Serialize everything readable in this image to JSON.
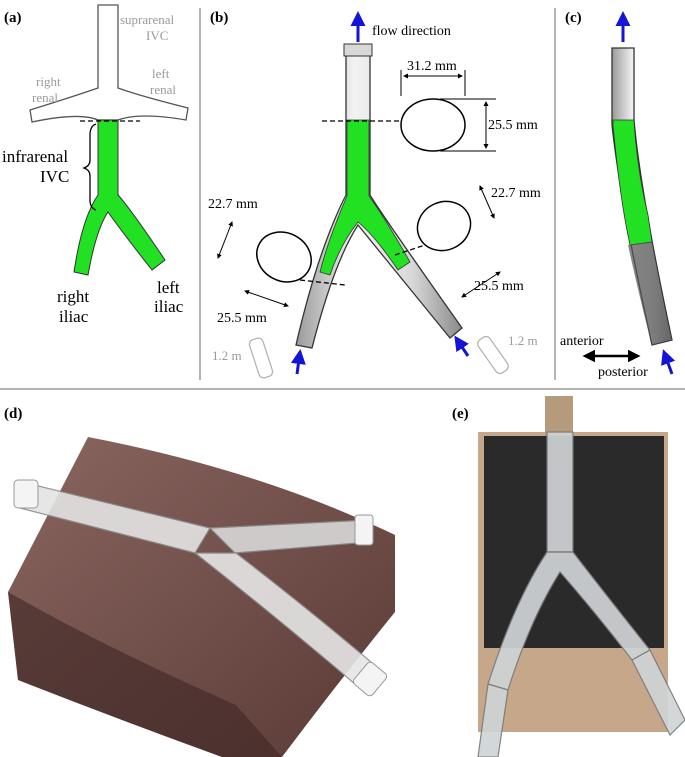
{
  "panels": {
    "a": {
      "label": "(a)",
      "suprarenal": [
        "suprarenal",
        "IVC"
      ],
      "right_renal": [
        "right",
        "renal"
      ],
      "left_renal": [
        "left",
        "renal"
      ],
      "infrarenal": [
        "infrarenal",
        "IVC"
      ],
      "right_iliac": [
        "right",
        "iliac"
      ],
      "left_iliac": [
        "left",
        "iliac"
      ]
    },
    "b": {
      "label": "(b)",
      "flow": "flow direction",
      "dim_width": "31.2 mm",
      "dim_height_top": "25.5 mm",
      "dim_left_a": "22.7 mm",
      "dim_left_b": "25.5 mm",
      "dim_right_a": "22.7 mm",
      "dim_right_b": "25.5 mm",
      "tube_left": "1.2 m",
      "tube_right": "1.2 m"
    },
    "c": {
      "label": "(c)",
      "anterior": "anterior",
      "posterior": "posterior"
    },
    "d": {
      "label": "(d)"
    },
    "e": {
      "label": "(e)"
    }
  },
  "colors": {
    "flow_green": "#22e022",
    "arrow_blue": "#1414d6",
    "divider": "#b4b4b4",
    "gray_text": "#9a9a9a",
    "wood": "#6b4a45",
    "board": "#2a2a2a",
    "cardboard": "#c7a789"
  }
}
